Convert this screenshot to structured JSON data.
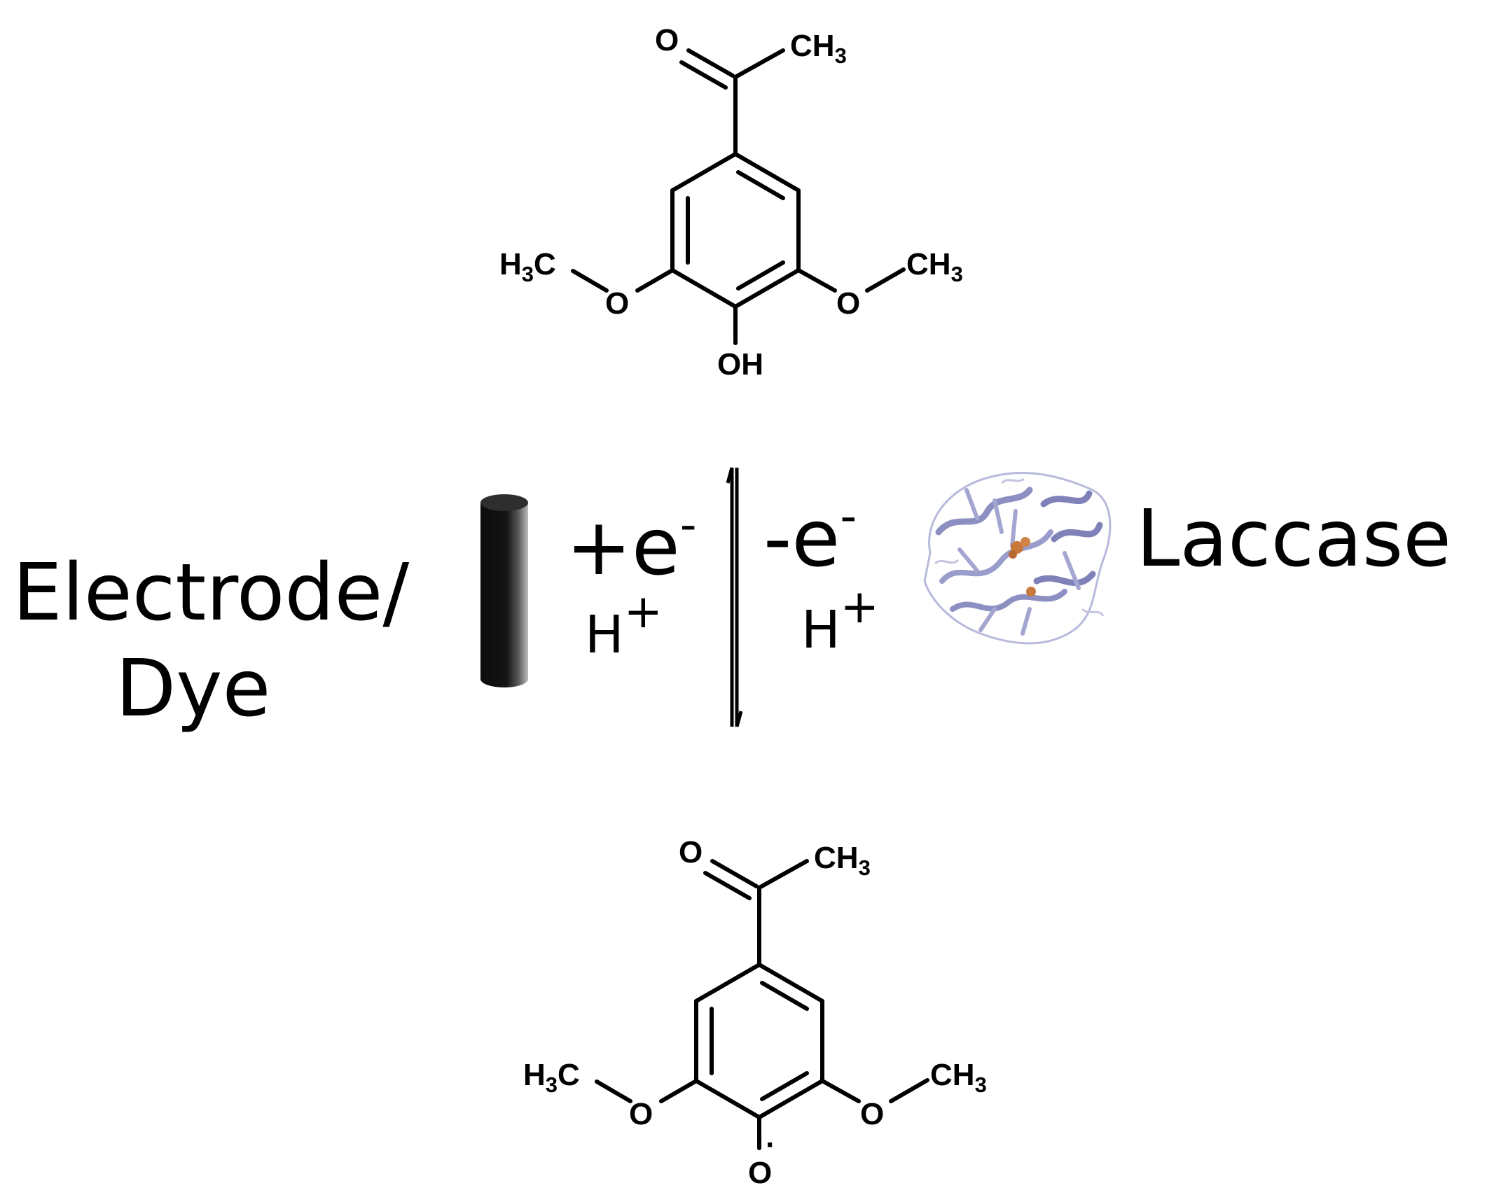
{
  "labels": {
    "electrode_line1": "Electrode/",
    "electrode_line2": "Dye",
    "laccase": "Laccase",
    "reduction": "+e",
    "reduction_sup": "-",
    "reduction_proton": "H",
    "reduction_proton_sup": "+",
    "oxidation": "-e",
    "oxidation_sup": "-",
    "oxidation_proton": "H",
    "oxidation_proton_sup": "+"
  },
  "top_molecule": {
    "carbonyl_o": "O",
    "methyl_top": "CH",
    "methyl_top_sub": "3",
    "methoxy_left_c": "H",
    "methoxy_left_c_sub": "3",
    "methoxy_left_c_tail": "C",
    "methoxy_left_o": "O",
    "methoxy_right_o": "O",
    "methoxy_right_c": "CH",
    "methoxy_right_c_sub": "3",
    "hydroxyl": "OH"
  },
  "bottom_molecule": {
    "carbonyl_o": "O",
    "methyl_top": "CH",
    "methyl_top_sub": "3",
    "methoxy_left_c": "H",
    "methoxy_left_c_sub": "3",
    "methoxy_left_c_tail": "C",
    "methoxy_left_o": "O",
    "methoxy_right_o": "O",
    "methoxy_right_c": "CH",
    "methoxy_right_c_sub": "3",
    "radical_o": "O",
    "radical_dot": "·"
  },
  "colors": {
    "protein": "#9a9ccb",
    "protein_dark": "#6f72a8",
    "copper": "#c9783a",
    "electrode_dark": "#111111",
    "electrode_light": "#9a9a9a"
  }
}
